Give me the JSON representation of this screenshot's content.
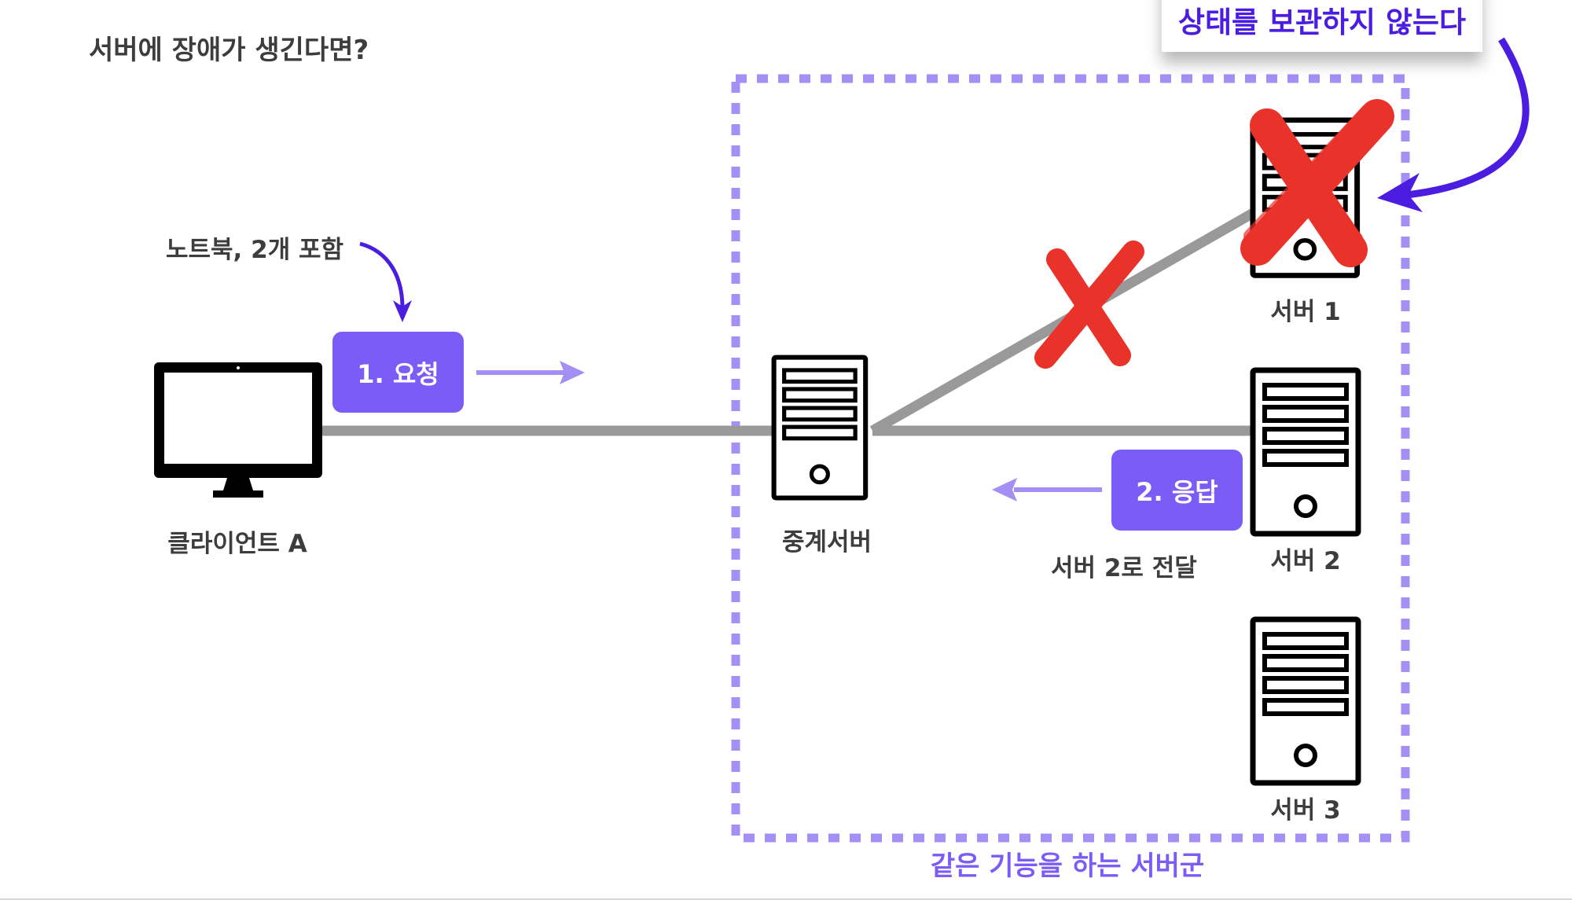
{
  "title": "서버에 장애가 생긴다면?",
  "note": "노트북, 2개 포함",
  "client_label": "클라이언트 A",
  "request_badge": "1. 요청",
  "response_badge": "2. 응답",
  "relay_label": "중계서버",
  "forward_label": "서버 2로 전달",
  "servers": [
    {
      "label": "서버 1",
      "failed": true
    },
    {
      "label": "서버 2",
      "failed": false
    },
    {
      "label": "서버 3",
      "failed": false
    }
  ],
  "callout": "상태를 보관하지 않는다",
  "group_label": "같은 기능을 하는 서버군",
  "colors": {
    "accent": "#7c5cf6",
    "dashed_border": "#a48ff5",
    "callout_text": "#4b1de0",
    "fail_mark": "#e8322a",
    "link_line": "#999999"
  }
}
